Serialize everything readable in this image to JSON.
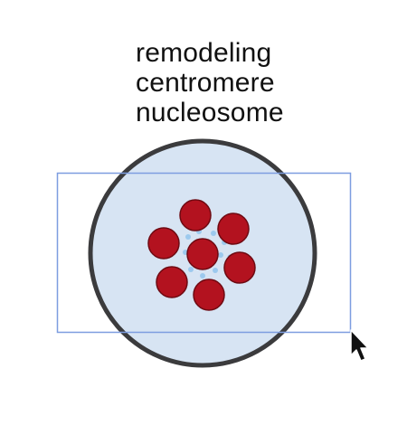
{
  "diagram": {
    "labels": [
      "remodeling",
      "centromere",
      "nucleosome"
    ],
    "colors": {
      "cell_fill": "#d7e4f3",
      "cell_stroke": "#3b3b3d",
      "particle_fill": "#b3121f",
      "particle_stroke": "#6e0a12",
      "linker": "#9cc9ee",
      "selection_border": "#7d9de0"
    },
    "icons": [
      "mouse-cursor-icon"
    ]
  }
}
